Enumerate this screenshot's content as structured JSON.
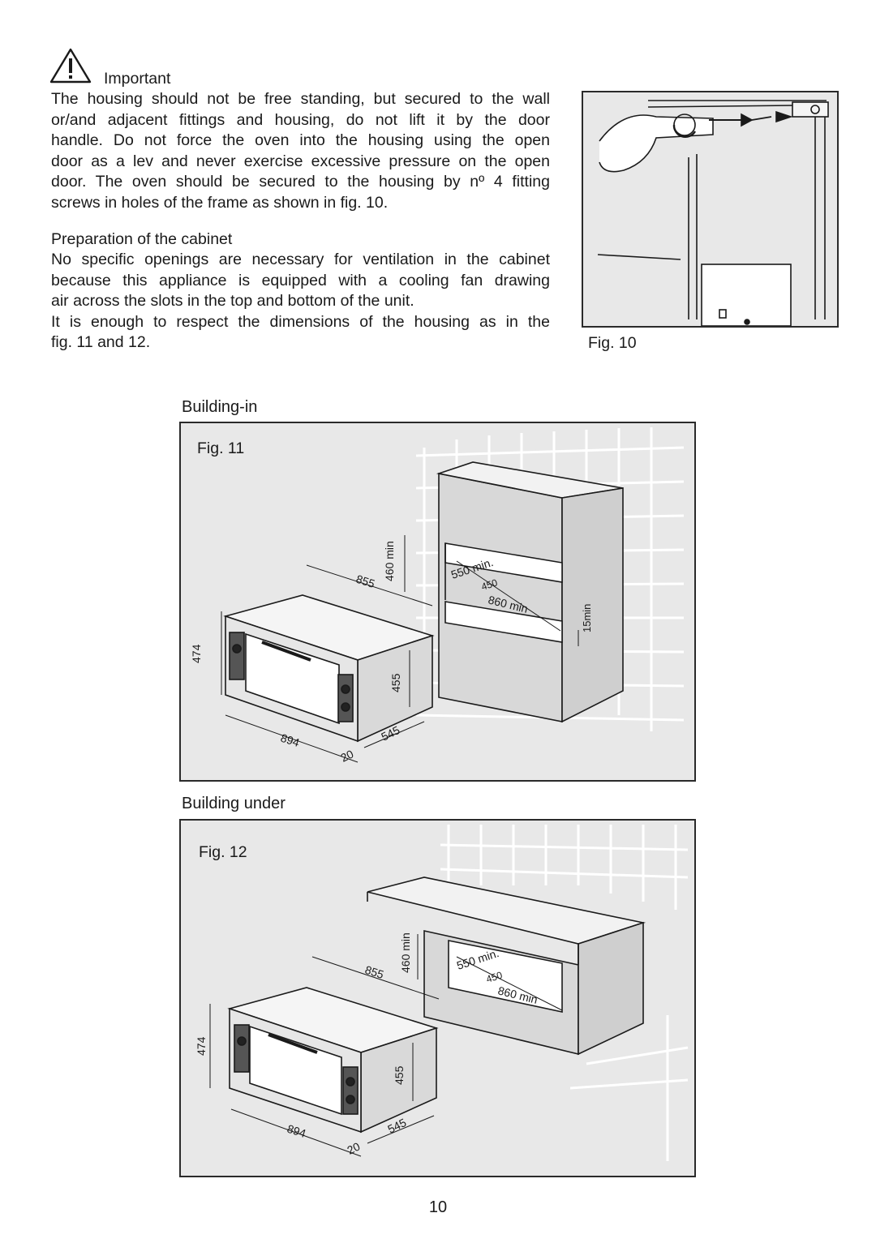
{
  "warning": {
    "icon": "warning-triangle-icon",
    "title": "Important",
    "lines": [
      "The housing should not be free standing, but secured to the wall",
      "or/and adjacent fittings and housing, do not lift it by the door",
      "handle. Do not force the oven into the housing using the open",
      "door as a lev and never exercise excessive pressure on the open",
      "door. The oven should be secured to the housing by nº 4 fitting",
      "screws in holes of the frame as shown in fig. 10."
    ]
  },
  "cabinet": {
    "title": "Preparation of the cabinet",
    "lines": [
      "No specific openings are necessary for ventilation in the cabinet",
      "because this appliance is equipped with a cooling fan drawing",
      "air across the slots in the top and bottom of the unit.",
      "It is enough to respect the dimensions of the housing as in the",
      "fig. 11 and 12."
    ]
  },
  "fig10": {
    "label": "Fig. 10"
  },
  "fig11": {
    "section": "Building-in",
    "label": "Fig. 11",
    "dims": {
      "d460": "460 min",
      "d855": "855",
      "d550": "550 min.",
      "d450": "450",
      "d860": "860 min",
      "d15": "15min",
      "d474": "474",
      "d455": "455",
      "d545": "545",
      "d894": "894",
      "d20": "20"
    }
  },
  "fig12": {
    "section": "Building under",
    "label": "Fig. 12",
    "dims": {
      "d460": "460 min",
      "d855": "855",
      "d550": "550 min.",
      "d450": "450",
      "d860": "860 min",
      "d474": "474",
      "d455": "455",
      "d545": "545",
      "d894": "894",
      "d20": "20"
    }
  },
  "page_number": "10",
  "colors": {
    "frame_bg": "#e8e8e8",
    "ink": "#1a1a1a",
    "tile_line": "#ffffff"
  }
}
